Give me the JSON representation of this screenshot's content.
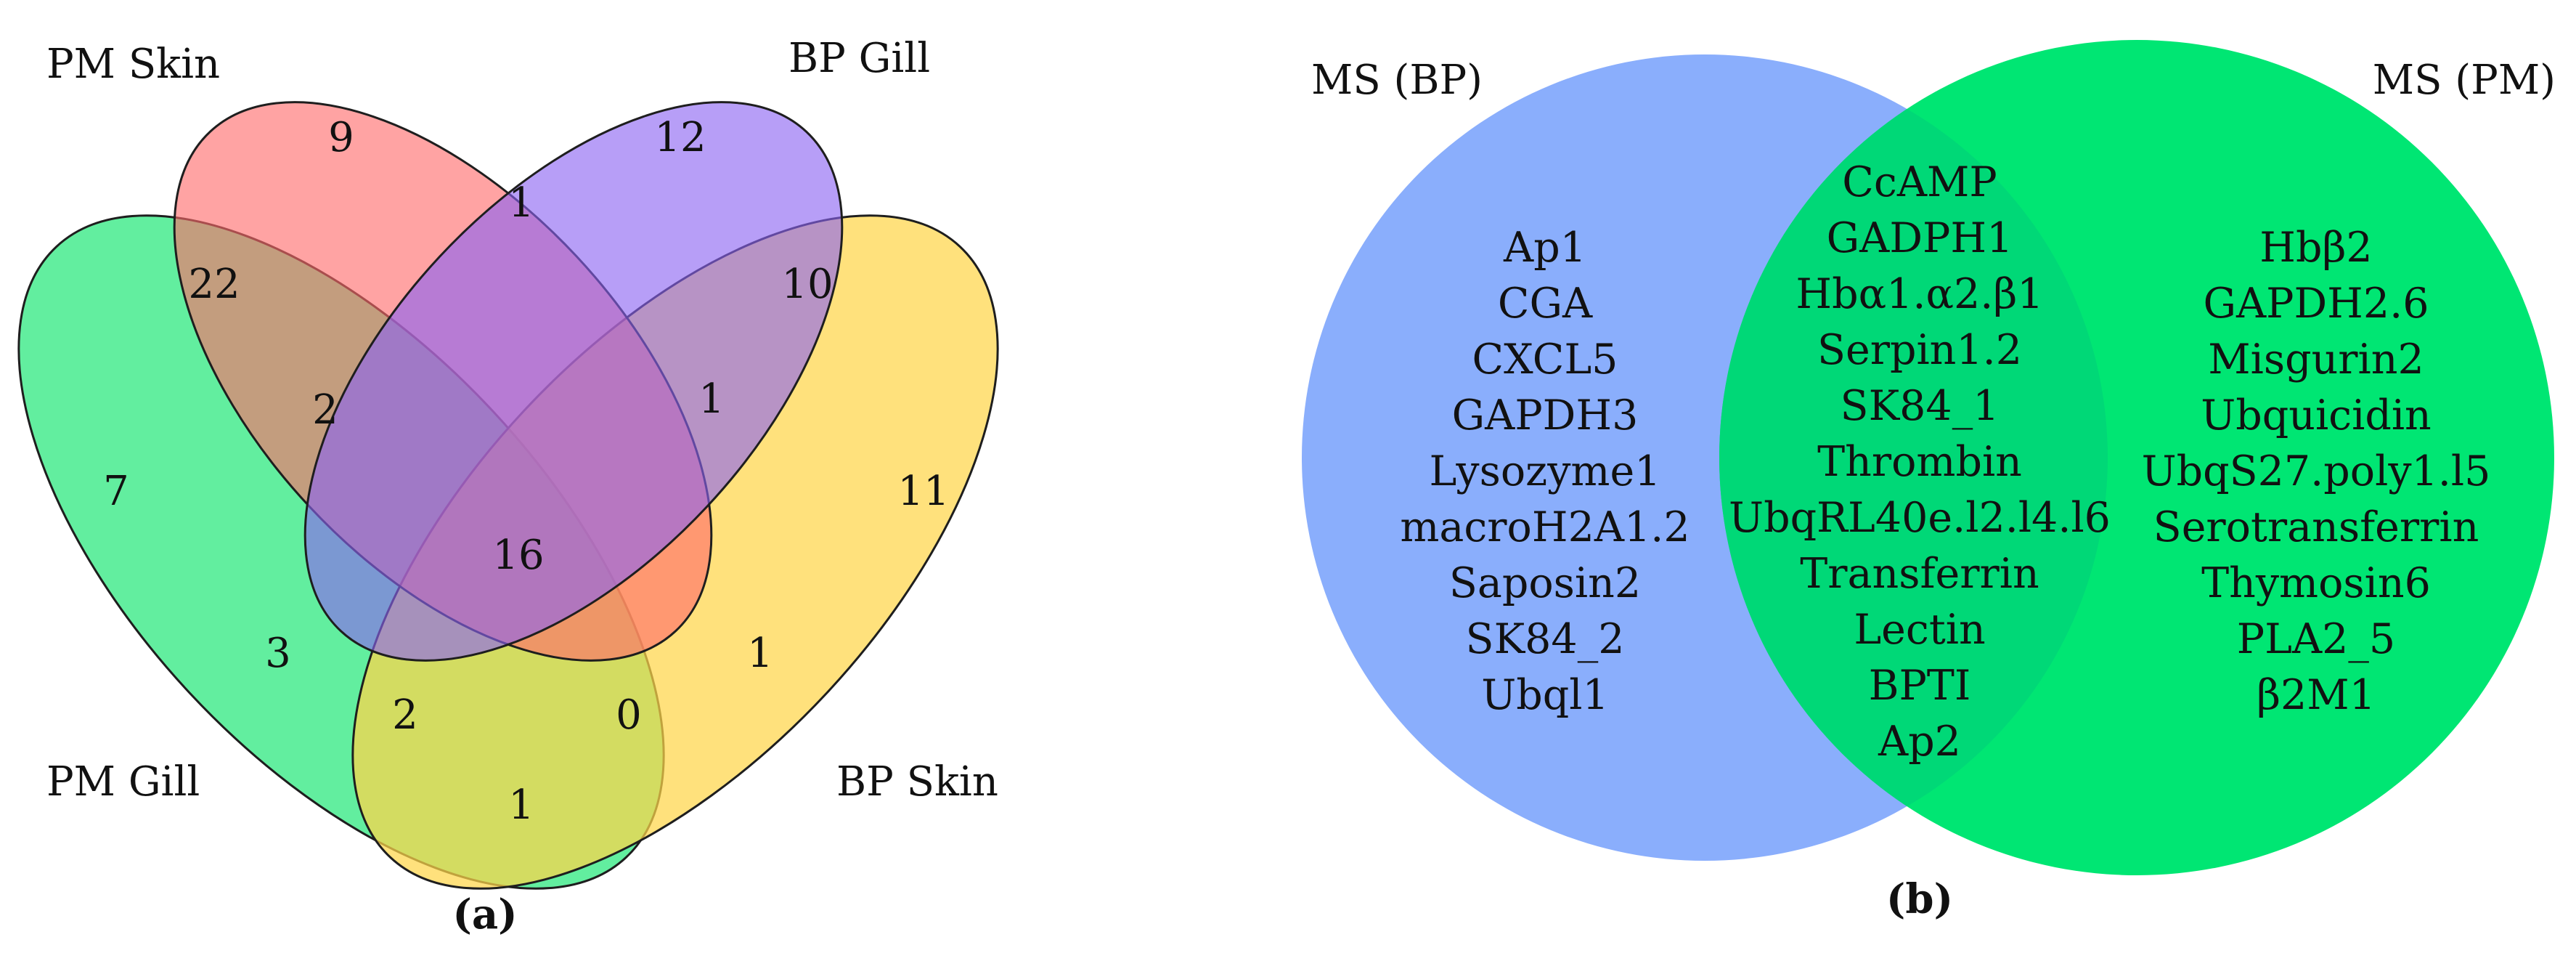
{
  "panel_a": {
    "caption": "(a)",
    "sets": [
      {
        "key": "pm_skin",
        "label": "PM Skin",
        "color": "#ff6b6b"
      },
      {
        "key": "bp_gill",
        "label": "BP Gill",
        "color": "#8a63f2"
      },
      {
        "key": "pm_gill",
        "label": "PM Gill",
        "color": "#25e87a"
      },
      {
        "key": "bp_skin",
        "label": "BP Skin",
        "color": "#ffd54a"
      }
    ],
    "regions": {
      "pm_skin_only": "9",
      "bp_gill_only": "12",
      "pm_skin_bp_gill": "1",
      "pm_skin_pm_gill": "22",
      "bp_gill_bp_skin": "10",
      "pm_gill_only": "7",
      "pm_skin_bp_gill_pm_gill": "2",
      "pm_skin_bp_gill_bp_skin": "1",
      "bp_skin_only": "11",
      "all_four": "16",
      "bp_gill_pm_gill": "3",
      "pm_skin_bp_skin": "1",
      "pm_skin_pm_gill_bp_skin": "2",
      "bp_gill_pm_gill_bp_skin": "0",
      "pm_gill_bp_skin": "1"
    }
  },
  "panel_b": {
    "caption": "(b)",
    "left": {
      "label": "MS (BP)",
      "color": "#8aaefc",
      "items": [
        "Ap1",
        "CGA",
        "CXCL5",
        "GAPDH3",
        "Lysozyme1",
        "macroH2A1.2",
        "Saposin2",
        "SK84_2",
        "Ubql1"
      ]
    },
    "right": {
      "label": "MS (PM)",
      "color": "#00e673",
      "items": [
        "Hbβ2",
        "GAPDH2.6",
        "Misgurin2",
        "Ubquicidin",
        "UbqS27.poly1.l5",
        "Serotransferrin",
        "Thymosin6",
        "PLA2_5",
        "β2M1"
      ]
    },
    "shared": {
      "color": "#00d877",
      "items": [
        "CcAMP",
        "GADPH1",
        "Hbα1.α2.β1",
        "Serpin1.2",
        "SK84_1",
        "Thrombin",
        "UbqRL40e.l2.l4.l6",
        "Transferrin",
        "Lectin",
        "BPTI",
        "Ap2"
      ]
    }
  }
}
